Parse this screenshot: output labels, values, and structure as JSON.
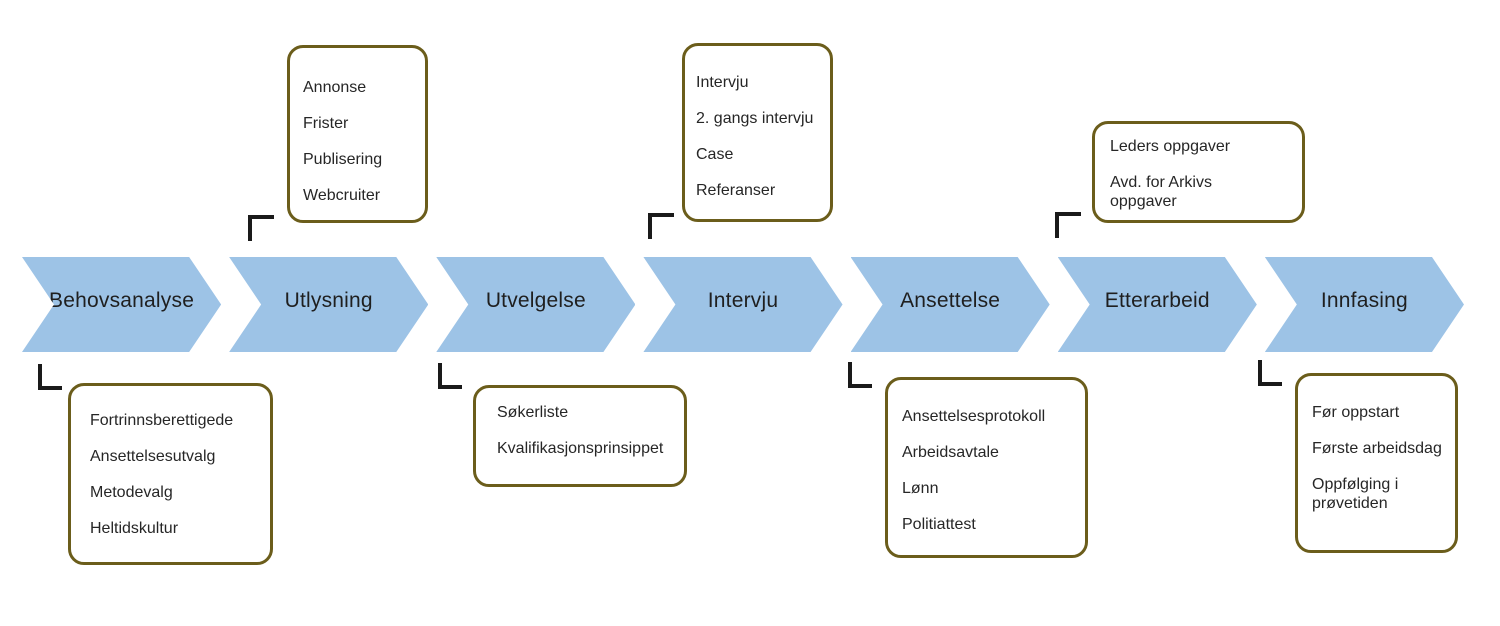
{
  "colors": {
    "chevron_fill": "#9DC3E6",
    "box_border": "#6B5D1B",
    "bracket": "#1A1A1A",
    "text": "#212121"
  },
  "stages": [
    {
      "label": "Behovsanalyse",
      "callout": {
        "position": "below",
        "items": [
          "Fortrinnsberettigede",
          "Ansettelsesutvalg",
          "Metodevalg",
          "Heltidskultur"
        ]
      }
    },
    {
      "label": "Utlysning",
      "callout": {
        "position": "above",
        "items": [
          "Annonse",
          "Frister",
          "Publisering",
          "Webcruiter"
        ]
      }
    },
    {
      "label": "Utvelgelse",
      "callout": {
        "position": "below",
        "items": [
          "Søkerliste",
          "Kvalifikasjonsprinsippet"
        ]
      }
    },
    {
      "label": "Intervju",
      "callout": {
        "position": "above",
        "items": [
          "Intervju",
          "2. gangs intervju",
          "Case",
          "Referanser"
        ]
      }
    },
    {
      "label": "Ansettelse",
      "callout": {
        "position": "below",
        "items": [
          "Ansettelsesprotokoll",
          "Arbeidsavtale",
          "Lønn",
          "Politiattest"
        ]
      }
    },
    {
      "label": "Etterarbeid",
      "callout": {
        "position": "above",
        "items": [
          "Leders oppgaver",
          "Avd. for Arkivs\noppgaver"
        ]
      }
    },
    {
      "label": "Innfasing",
      "callout": {
        "position": "below",
        "items": [
          "Før oppstart",
          "Første arbeidsdag",
          "Oppfølging i\nprøvetiden"
        ]
      }
    }
  ]
}
